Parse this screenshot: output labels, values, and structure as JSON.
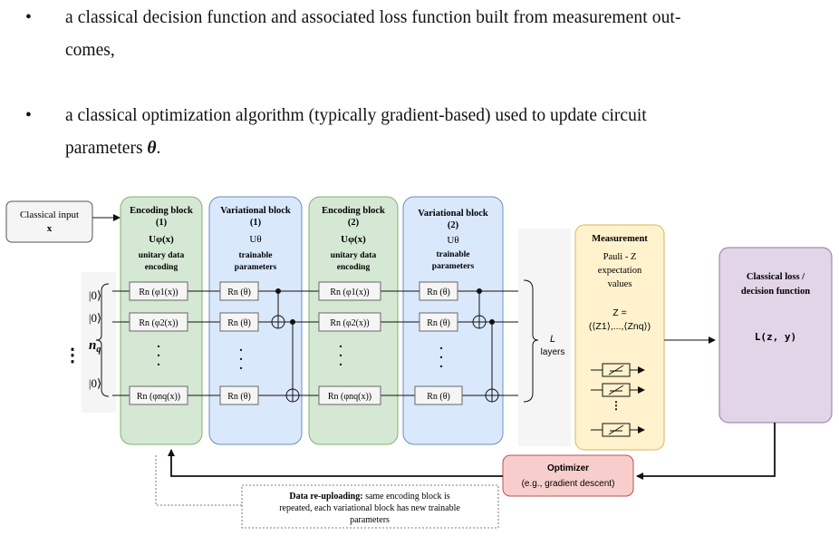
{
  "bullets": [
    {
      "line1": "a classical decision function and associated loss function built from measurement out-",
      "line2": "comes,"
    },
    {
      "line1": "a classical optimization algorithm (typically gradient-based) used to update circuit",
      "line2_prefix": "parameters ",
      "line2_symbol": "θ",
      "line2_suffix": "."
    }
  ],
  "figure": {
    "classical_input": {
      "line1": "Classical input",
      "line2": "x"
    },
    "qubit_labels": [
      "|0⟩",
      "|0⟩",
      "⋮",
      "|0⟩"
    ],
    "nq_label": "n",
    "nq_sub": "q",
    "encoding1": {
      "title": "Encoding block",
      "index": "(1)",
      "op": "Uφ(x)",
      "desc1": "unitary data",
      "desc2": "encoding",
      "gates": [
        "Rn (φ1(x))",
        "Rn (φ2(x))",
        "Rn (φnq(x))"
      ]
    },
    "variational1": {
      "title": "Variational block",
      "index": "(1)",
      "op": "Uθ",
      "desc1": "trainable",
      "desc2": "parameters",
      "gates": [
        "Rn (θ)",
        "Rn (θ)",
        "Rn (θ)"
      ]
    },
    "encoding2": {
      "title": "Encoding block",
      "index": "(2)",
      "op": "Uφ(x)",
      "desc1": "unitary data",
      "desc2": "encoding",
      "gates": [
        "Rn (φ1(x))",
        "Rn (φ2(x))",
        "Rn (φnq(x))"
      ]
    },
    "variational2": {
      "title": "Variational block",
      "index": "(2)",
      "op": "Uθ",
      "desc1": "trainable",
      "desc2": "parameters",
      "gates": [
        "Rn (θ)",
        "Rn (θ)",
        "Rn (θ)"
      ]
    },
    "layers": {
      "symbol": "L",
      "word": "layers"
    },
    "measurement": {
      "title": "Measurement",
      "line1": "Pauli - Z",
      "line2": "expectation",
      "line3": "values",
      "z1": "Z =",
      "z2": "(⟨Z1⟩,...,⟨Znq⟩)"
    },
    "loss": {
      "title1": "Classical loss /",
      "title2": "decision function",
      "formula": "L(z, y)"
    },
    "optimizer": {
      "title": "Optimizer",
      "desc": "(e.g., gradient descent)"
    },
    "reupload": {
      "bold": "Data re-uploading:",
      "line1": " same encoding block is",
      "line2": "repeated, each variational block has new trainable",
      "line3": "parameters"
    },
    "colors": {
      "encoding_fill": "#d5e8d4",
      "encoding_stroke": "#82b366",
      "variational_fill": "#dae8fc",
      "variational_stroke": "#6c8ebf",
      "measurement_fill": "#fff2cc",
      "measurement_stroke": "#d6b656",
      "loss_fill": "#e1d5e7",
      "loss_stroke": "#9673a6",
      "optimizer_fill": "#f8cecc",
      "optimizer_stroke": "#b85450"
    }
  }
}
